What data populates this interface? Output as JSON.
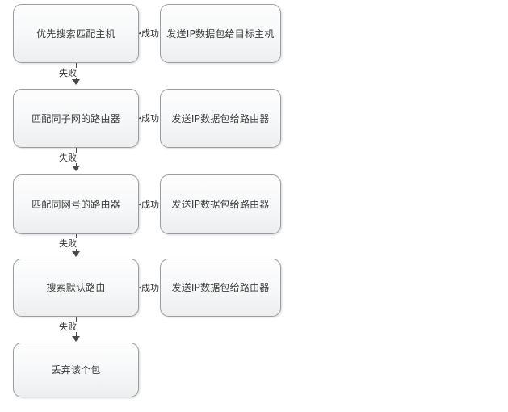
{
  "diagram": {
    "type": "flowchart",
    "title_visible": false,
    "background_color": "#ffffff",
    "node_border_color": "#9a9ea3",
    "node_fill_top": "#fdfdfe",
    "node_fill_bottom": "#eceef0",
    "connector_color": "#4a4a4a",
    "text_color": "#3c3c3c",
    "nodes": [
      {
        "id": "n1",
        "label": "优先搜索匹配主机",
        "column": "left",
        "row": 1
      },
      {
        "id": "n2",
        "label": "发送IP数据包给目标主机",
        "column": "right",
        "row": 1
      },
      {
        "id": "n3",
        "label": "匹配同子网的路由器",
        "column": "left",
        "row": 2
      },
      {
        "id": "n4",
        "label": "发送IP数据包给路由器",
        "column": "right",
        "row": 2
      },
      {
        "id": "n5",
        "label": "匹配同网号的路由器",
        "column": "left",
        "row": 3
      },
      {
        "id": "n6",
        "label": "发送IP数据包给路由器",
        "column": "right",
        "row": 3
      },
      {
        "id": "n7",
        "label": "搜索默认路由",
        "column": "left",
        "row": 4
      },
      {
        "id": "n8",
        "label": "发送IP数据包给路由器",
        "column": "right",
        "row": 4
      },
      {
        "id": "n9",
        "label": "丢弃该个包",
        "column": "left",
        "row": 5
      }
    ],
    "edges": [
      {
        "id": "e1",
        "from": "n1",
        "to": "n2",
        "label": "成功",
        "direction": "right"
      },
      {
        "id": "e2",
        "from": "n1",
        "to": "n3",
        "label": "失败",
        "direction": "down"
      },
      {
        "id": "e3",
        "from": "n3",
        "to": "n4",
        "label": "成功",
        "direction": "right"
      },
      {
        "id": "e4",
        "from": "n3",
        "to": "n5",
        "label": "失败",
        "direction": "down"
      },
      {
        "id": "e5",
        "from": "n5",
        "to": "n6",
        "label": "成功",
        "direction": "right"
      },
      {
        "id": "e6",
        "from": "n5",
        "to": "n7",
        "label": "失败",
        "direction": "down"
      },
      {
        "id": "e7",
        "from": "n7",
        "to": "n8",
        "label": "成功",
        "direction": "right"
      },
      {
        "id": "e8",
        "from": "n7",
        "to": "n9",
        "label": "失败",
        "direction": "down"
      }
    ]
  }
}
